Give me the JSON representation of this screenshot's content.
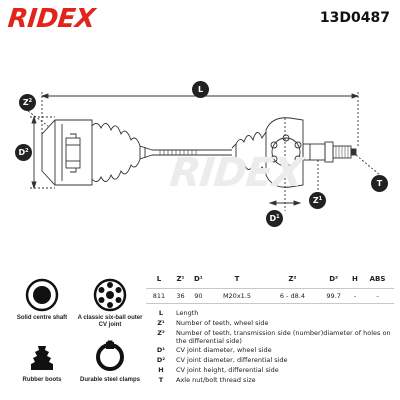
{
  "header": {
    "brand": "RIDEX",
    "part_number": "13D0487"
  },
  "colors": {
    "brand_red": "#e1251b",
    "drawing_line": "#333333"
  },
  "drawing": {
    "watermark": "RIDEX",
    "labels": {
      "length": "L",
      "z2": "Z",
      "z2_sup": "2",
      "d2": "D",
      "d2_sup": "2",
      "z1": "Z",
      "z1_sup": "1",
      "t": "T",
      "d1": "D",
      "d1_sup": "1"
    }
  },
  "spec_table": {
    "headers": [
      "L",
      "Z¹",
      "D¹",
      "T",
      "Z²",
      "D²",
      "H",
      "ABS"
    ],
    "values": [
      "811",
      "36",
      "90",
      "M20x1.5",
      "6 - d8.4",
      "99.7",
      "-",
      "-"
    ]
  },
  "legend": [
    {
      "key": "L",
      "text": "Length"
    },
    {
      "key": "Z¹",
      "text": "Number of teeth, wheel side"
    },
    {
      "key": "Z²",
      "text": "Number of teeth, transmission side (number)diameter of holes on the differential side)"
    },
    {
      "key": "D¹",
      "text": "CV joint diameter, wheel side"
    },
    {
      "key": "D²",
      "text": "CV joint diameter, differential side"
    },
    {
      "key": "H",
      "text": "CV joint height, differential side"
    },
    {
      "key": "T",
      "text": "Axle nut/bolt thread size"
    }
  ],
  "features": [
    {
      "icon": "solid-shaft-icon",
      "label": "Solid centre shaft"
    },
    {
      "icon": "ball-joint-icon",
      "label": "A classic six-ball outer CV joint"
    },
    {
      "icon": "rubber-boot-icon",
      "label": "Rubber boots"
    },
    {
      "icon": "steel-clamp-icon",
      "label": "Durable steel clamps"
    }
  ]
}
